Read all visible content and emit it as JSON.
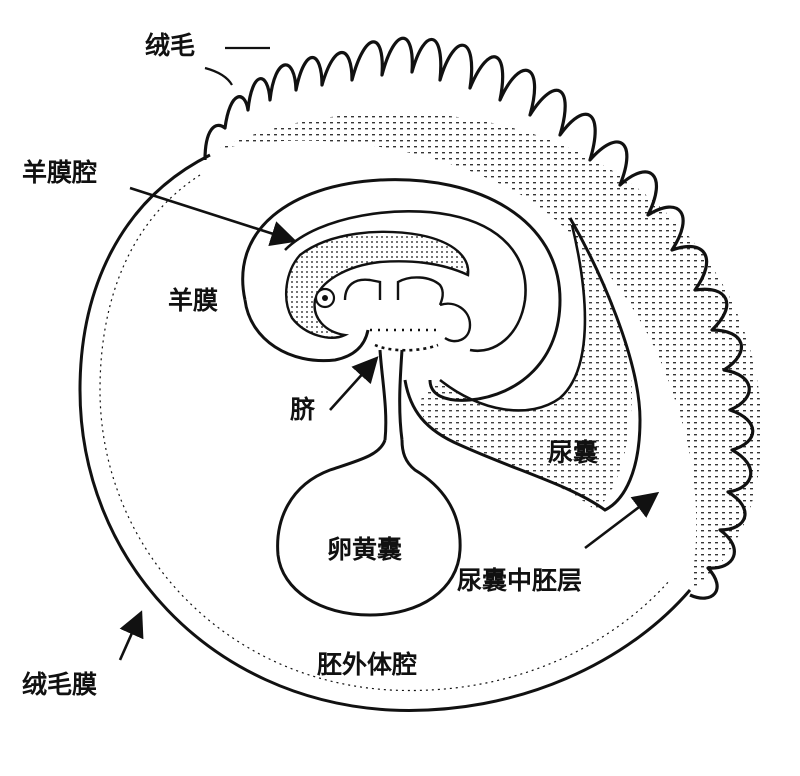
{
  "labels": {
    "villi": "绒毛",
    "amniotic_cavity": "羊膜腔",
    "amnion": "羊膜",
    "umbilicus": "脐",
    "allantois": "尿囊",
    "yolk_sac": "卵黄囊",
    "allantoic_mesoderm": "尿囊中胚层",
    "extraembryonic_coelom": "胚外体腔",
    "chorion": "绒毛膜"
  },
  "colors": {
    "ink": "#111111",
    "background": "#ffffff"
  }
}
